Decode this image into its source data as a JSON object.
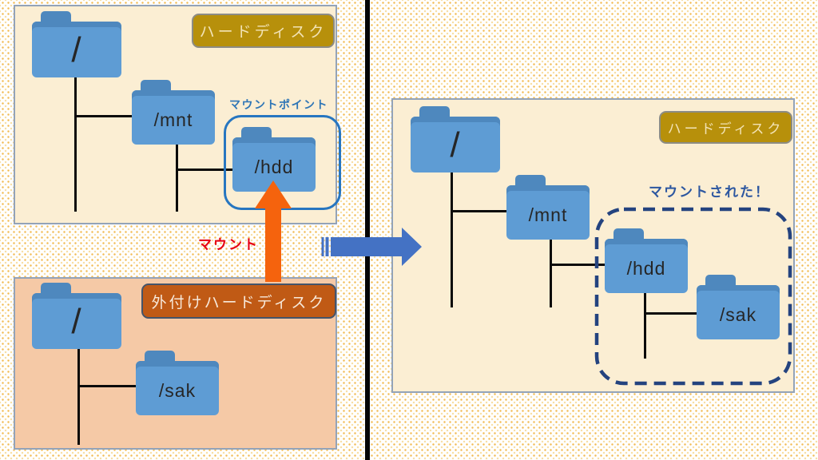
{
  "diagram": {
    "left_top_panel": {
      "badge": "ハードディスク",
      "mount_point_caption": "マウントポイント",
      "folders": {
        "root": "/",
        "mnt": "/mnt",
        "hdd": "/hdd"
      }
    },
    "left_bottom_panel": {
      "badge": "外付けハードディスク",
      "folders": {
        "root": "/",
        "sak": "/sak"
      }
    },
    "right_panel": {
      "badge": "ハードディスク",
      "mounted_caption": "マウントされた！",
      "folders": {
        "root": "/",
        "mnt": "/mnt",
        "hdd": "/hdd",
        "sak": "/sak"
      }
    },
    "mount_arrow_label": "マウント"
  },
  "colors": {
    "panel_background": "#FBEED3",
    "external_panel_background": "#F5C9A6",
    "panel_border": "#93A3B8",
    "badge_gold": "#B7900B",
    "badge_orange": "#C05A15",
    "folder_blue": "#5E9CD4",
    "folder_dark_blue": "#4E88BE",
    "mount_arrow_orange": "#F5630D",
    "transition_arrow_blue": "#4472C4",
    "mount_label_red": "#E60012",
    "mount_point_blue": "#2776C0",
    "mounted_box_navy": "#24437F",
    "dot_pattern": "#F2BC55",
    "divider_black": "#050505"
  }
}
